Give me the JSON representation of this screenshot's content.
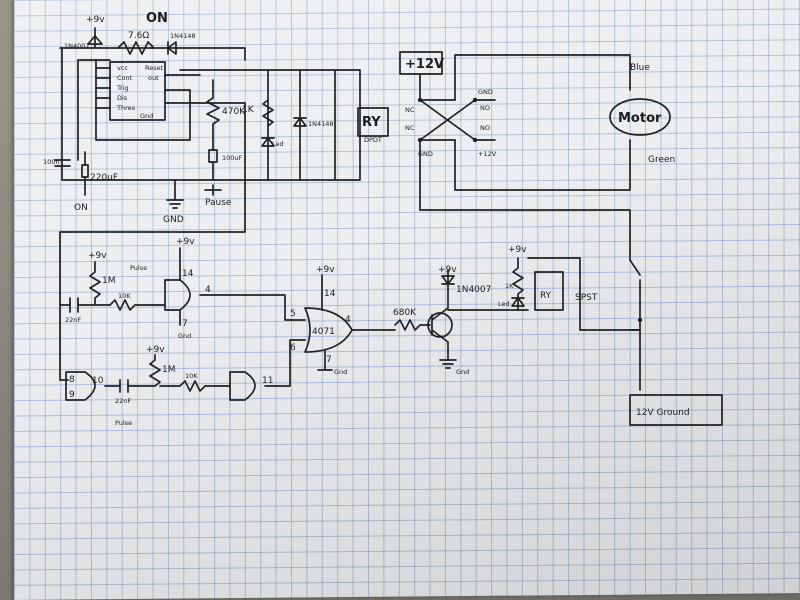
{
  "labels": {
    "on_top": "ON",
    "plus9v_top": "+9v",
    "diode_1n4007_a": "1N4007",
    "r_7_6": "7.6Ω",
    "diode_1n4148_a": "1N4148",
    "pin_vcc": "vcc",
    "pin_cont": "Cont",
    "pin_trig": "Trig",
    "pin_dis": "Dis",
    "pin_thres": "Thres",
    "pin_gnd": "Gnd",
    "pin_reset": "Reset",
    "pin_out": "out",
    "r_470k": "470K",
    "c_100uf": "100uF",
    "pause": "Pause",
    "c_100n": "100n",
    "c_220uf": "220uF",
    "on_left": "ON",
    "gnd_main": "GND",
    "r_1k_a": "1K",
    "led_a": "Led",
    "diode_1n4148_b": "1N4148",
    "relay_ry": "RY",
    "relay_dpdt": "DPDT",
    "plus12v": "+12V",
    "gnd_relay_top": "GND",
    "nc_left": "NC",
    "no_right_a": "NO",
    "nc_left_b": "NC",
    "no_right_b": "NO",
    "gnd_relay_bot": "GND",
    "plus12v_relay": "+12V",
    "blue": "Blue",
    "motor": "Motor",
    "green": "Green",
    "plus9v_a": "+9v",
    "plus9v_b": "+9v",
    "r_1m_a": "1M",
    "pulse_a": "Pulse",
    "r_10k_a": "10K",
    "c_22nf_a": "22nF",
    "pin14_a": "14",
    "pin7_a": "7",
    "gnd_gate_a": "Gnd",
    "pin4_a": "4",
    "pin5": "5",
    "pin6": "6",
    "plus9v_c": "+9v",
    "pin14_b": "14",
    "ic_4071": "4071",
    "pin4_b": "4",
    "pin7_b": "7",
    "gnd_or": "Gnd",
    "plus9v_d": "+9v",
    "r_1m_b": "1M",
    "pin10": "10",
    "pin8": "8",
    "pin9": "9",
    "c_22nf_b": "22nF",
    "pulse_b": "Pulse",
    "r_10k_b": "10K",
    "pin11": "11",
    "plus9v_e": "+9v",
    "diode_1n4007_b": "1N4007",
    "r_680k": "680K",
    "gnd_transistor": "Gnd",
    "plus9v_f": "+9v",
    "r_1k_b": "1K",
    "led_b": "Led",
    "ry1": "RY",
    "spst": "SPST",
    "ground_box": "12V Ground"
  }
}
